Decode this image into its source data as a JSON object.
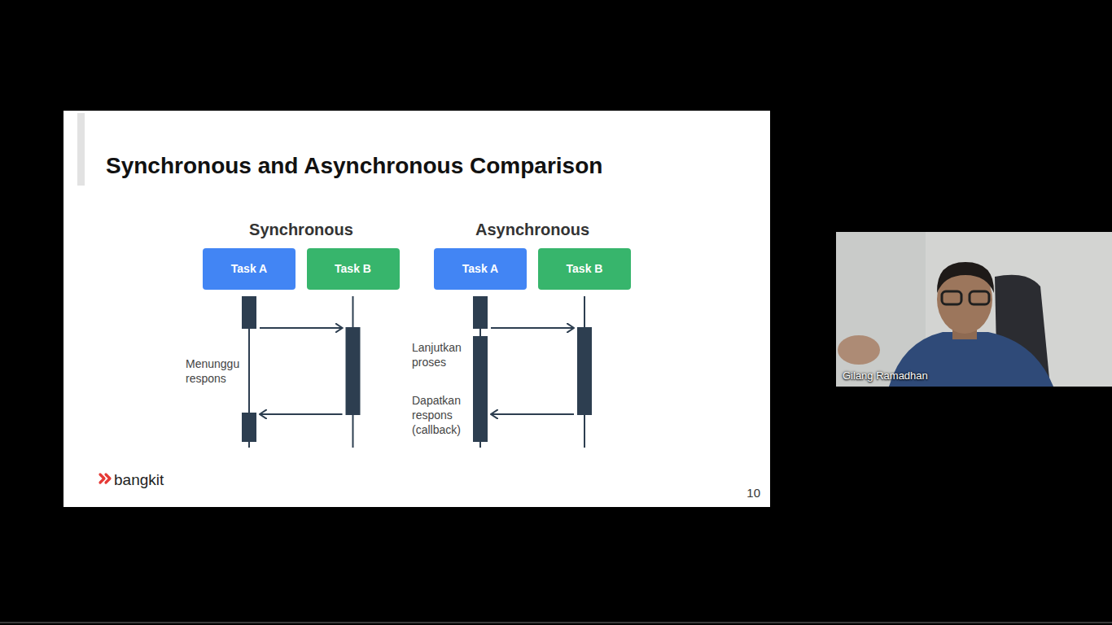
{
  "diagram": {
    "title": "Synchronous and Asynchronous Comparison",
    "nodes": [
      {
        "text": [
          "Task A"
        ]
      },
      {
        "text": [
          "Task B"
        ]
      },
      {
        "text": [
          "Task A"
        ]
      },
      {
        "text": [
          "Task B"
        ]
      }
    ],
    "edges": [
      {
        "from": 0,
        "to": 1,
        "arrow": "to"
      },
      {
        "from": 1,
        "to": 0,
        "arrow": "to"
      },
      {
        "from": 2,
        "to": 3,
        "arrow": "to"
      },
      {
        "from": 3,
        "to": 2,
        "arrow": "to"
      }
    ],
    "labels": [
      "Synchronous",
      "Asynchronous",
      "Menunggu respons",
      "Lanjutkan proses",
      "Dapatkan respons (callback)",
      "bangkit",
      "10",
      "Gilang Ramadhan"
    ]
  }
}
